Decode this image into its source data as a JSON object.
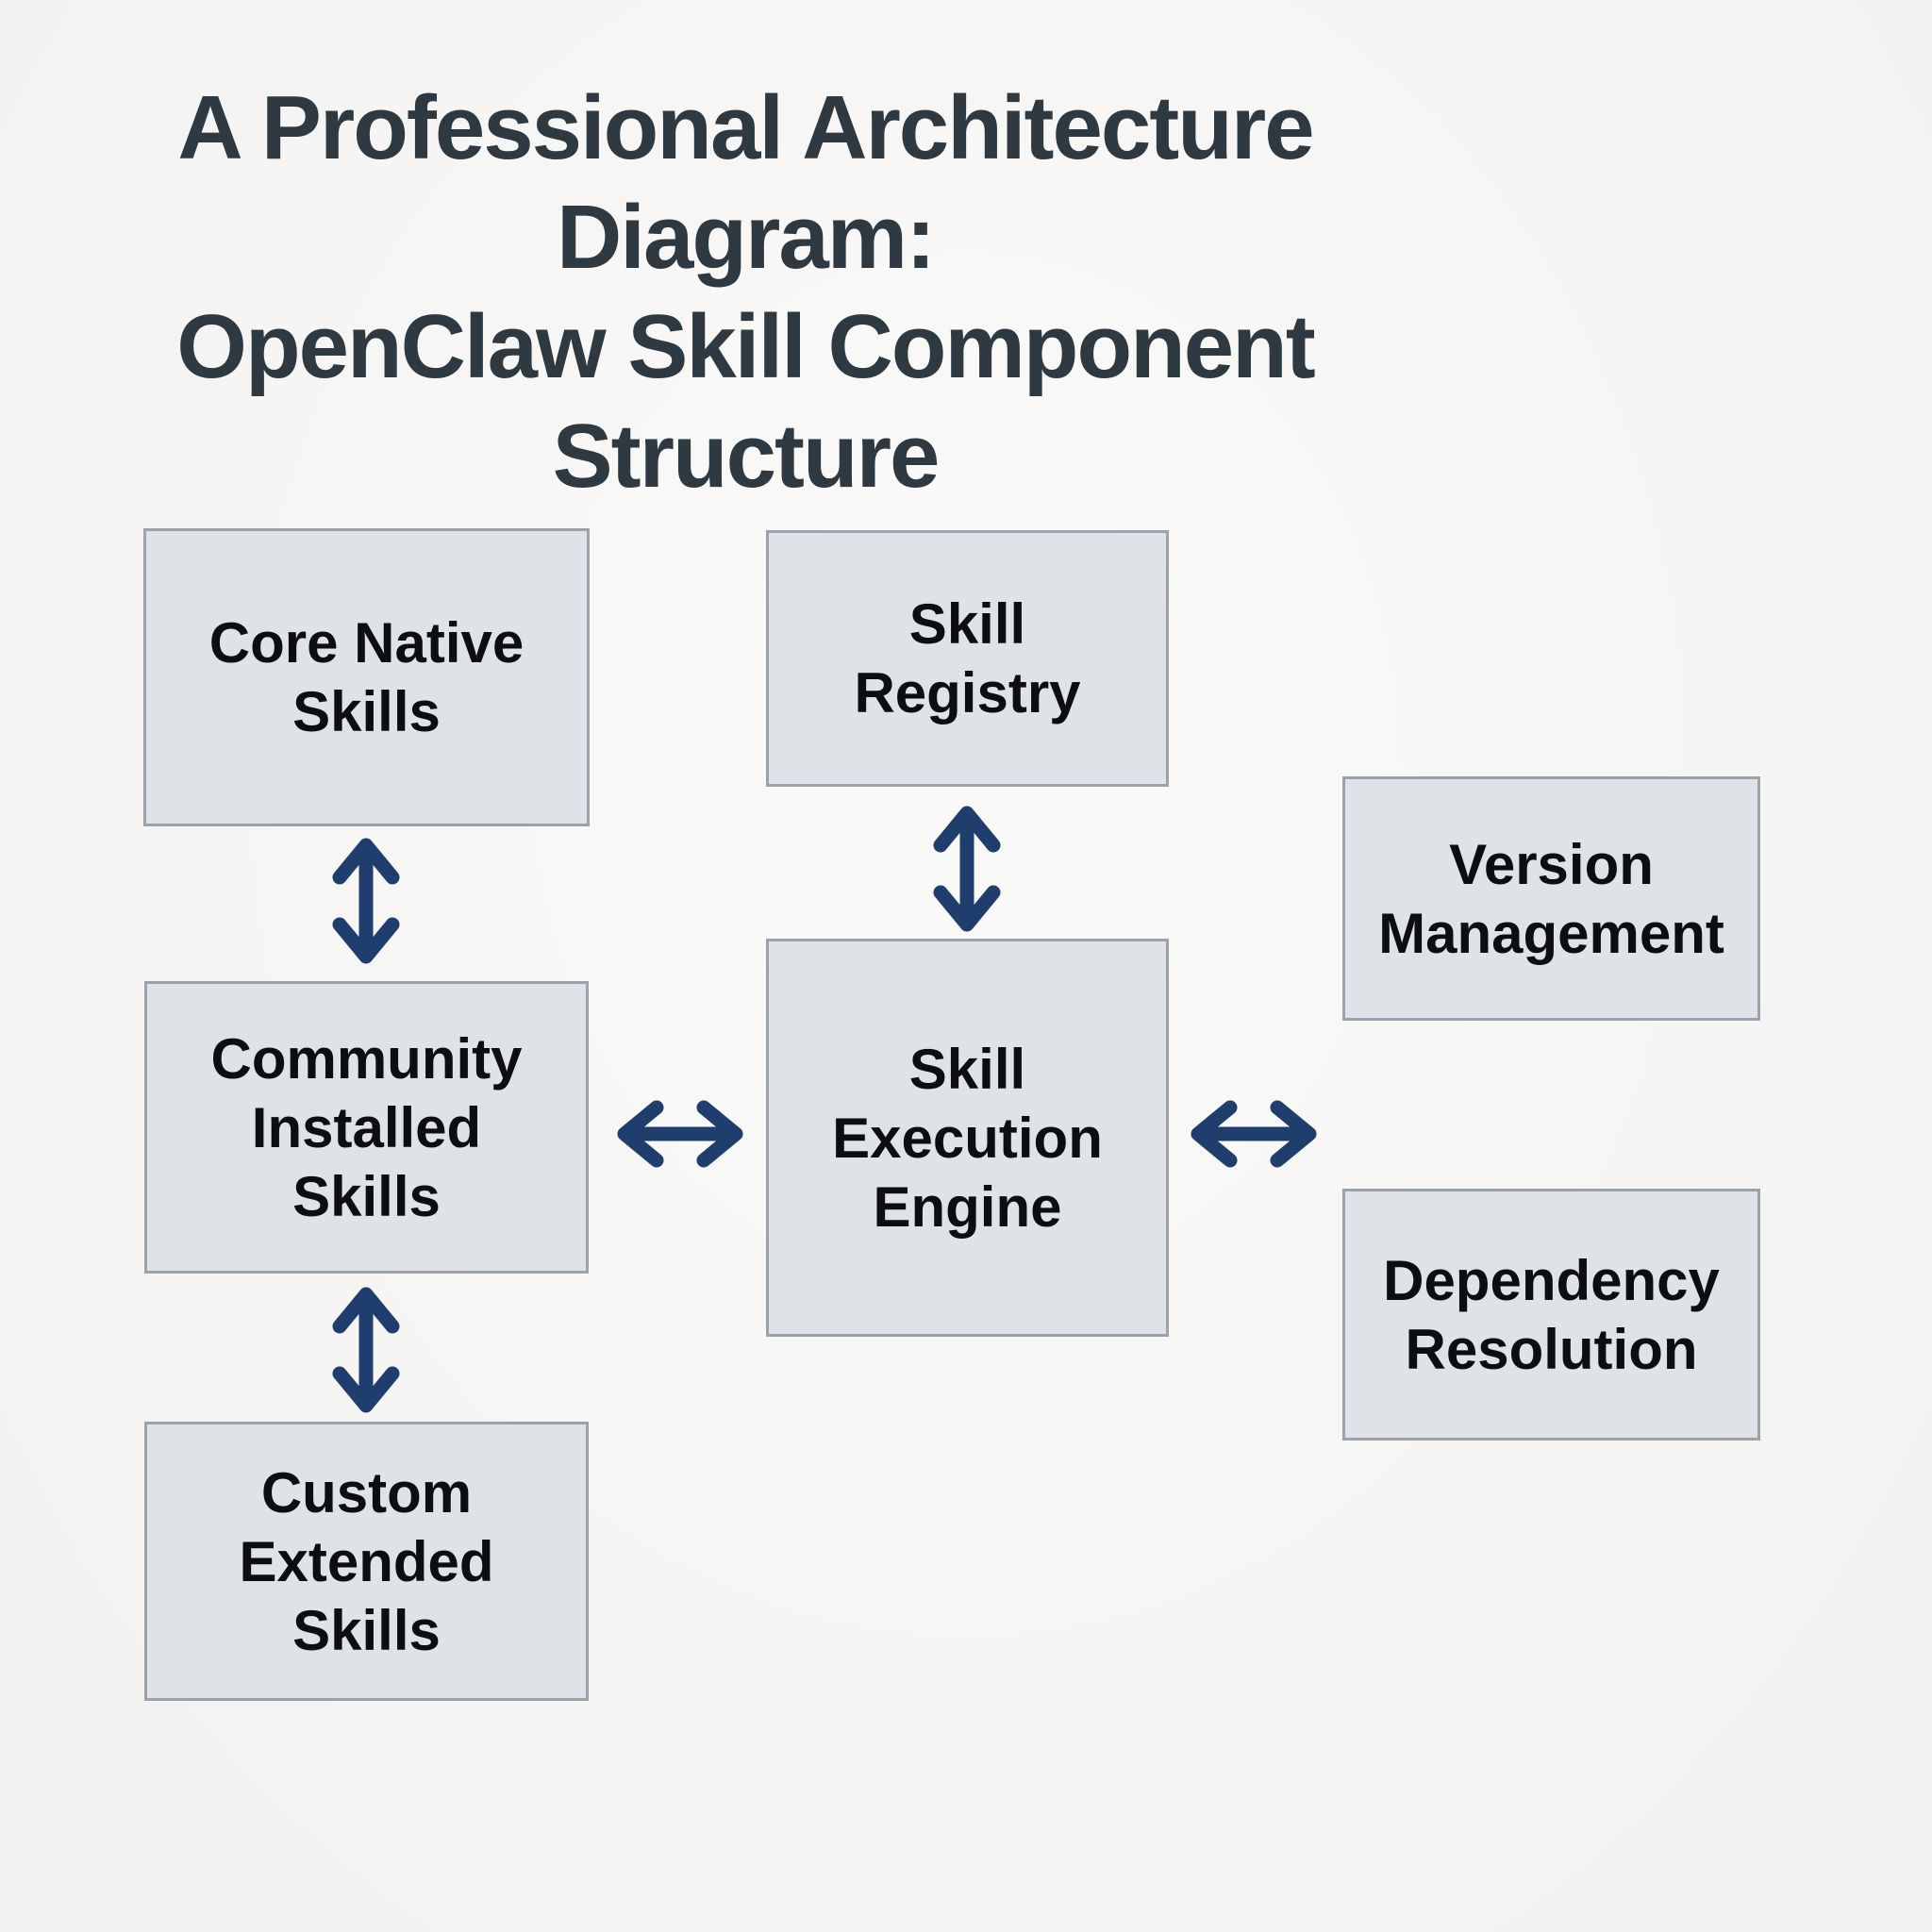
{
  "title": {
    "line1": "A Professional Architecture Diagram:",
    "line2": "OpenClaw Skill Component Structure"
  },
  "nodes": [
    {
      "id": "core-native-skills",
      "label": [
        "Core Native",
        "Skills"
      ]
    },
    {
      "id": "skill-registry",
      "label": [
        "Skill",
        "Registry"
      ]
    },
    {
      "id": "version-management",
      "label": [
        "Version",
        "Management"
      ]
    },
    {
      "id": "community-installed-skills",
      "label": [
        "Community",
        "Installed",
        "Skills"
      ]
    },
    {
      "id": "skill-execution-engine",
      "label": [
        "Skill",
        "Execution",
        "Engine"
      ]
    },
    {
      "id": "dependency-resolution",
      "label": [
        "Dependency",
        "Resolution"
      ]
    },
    {
      "id": "custom-extended-skills",
      "label": [
        "Custom",
        "Extended",
        "Skills"
      ]
    }
  ],
  "edges": [
    {
      "between": [
        "core-native-skills",
        "community-installed-skills"
      ],
      "type": "bidirectional",
      "orientation": "vertical"
    },
    {
      "between": [
        "skill-registry",
        "skill-execution-engine"
      ],
      "type": "bidirectional",
      "orientation": "vertical"
    },
    {
      "between": [
        "community-installed-skills",
        "skill-execution-engine"
      ],
      "type": "bidirectional",
      "orientation": "horizontal"
    },
    {
      "between": [
        "skill-execution-engine",
        "version-management / dependency-resolution"
      ],
      "type": "bidirectional",
      "orientation": "horizontal"
    },
    {
      "between": [
        "community-installed-skills",
        "custom-extended-skills"
      ],
      "type": "bidirectional",
      "orientation": "vertical"
    }
  ],
  "colors": {
    "background": "#f7f6f4",
    "box_fill": "#dfe2e6",
    "box_border": "#9aa3ac",
    "box_text": "#0d0e10",
    "title_text": "#2e3941",
    "arrow": "#1f3e6e"
  }
}
